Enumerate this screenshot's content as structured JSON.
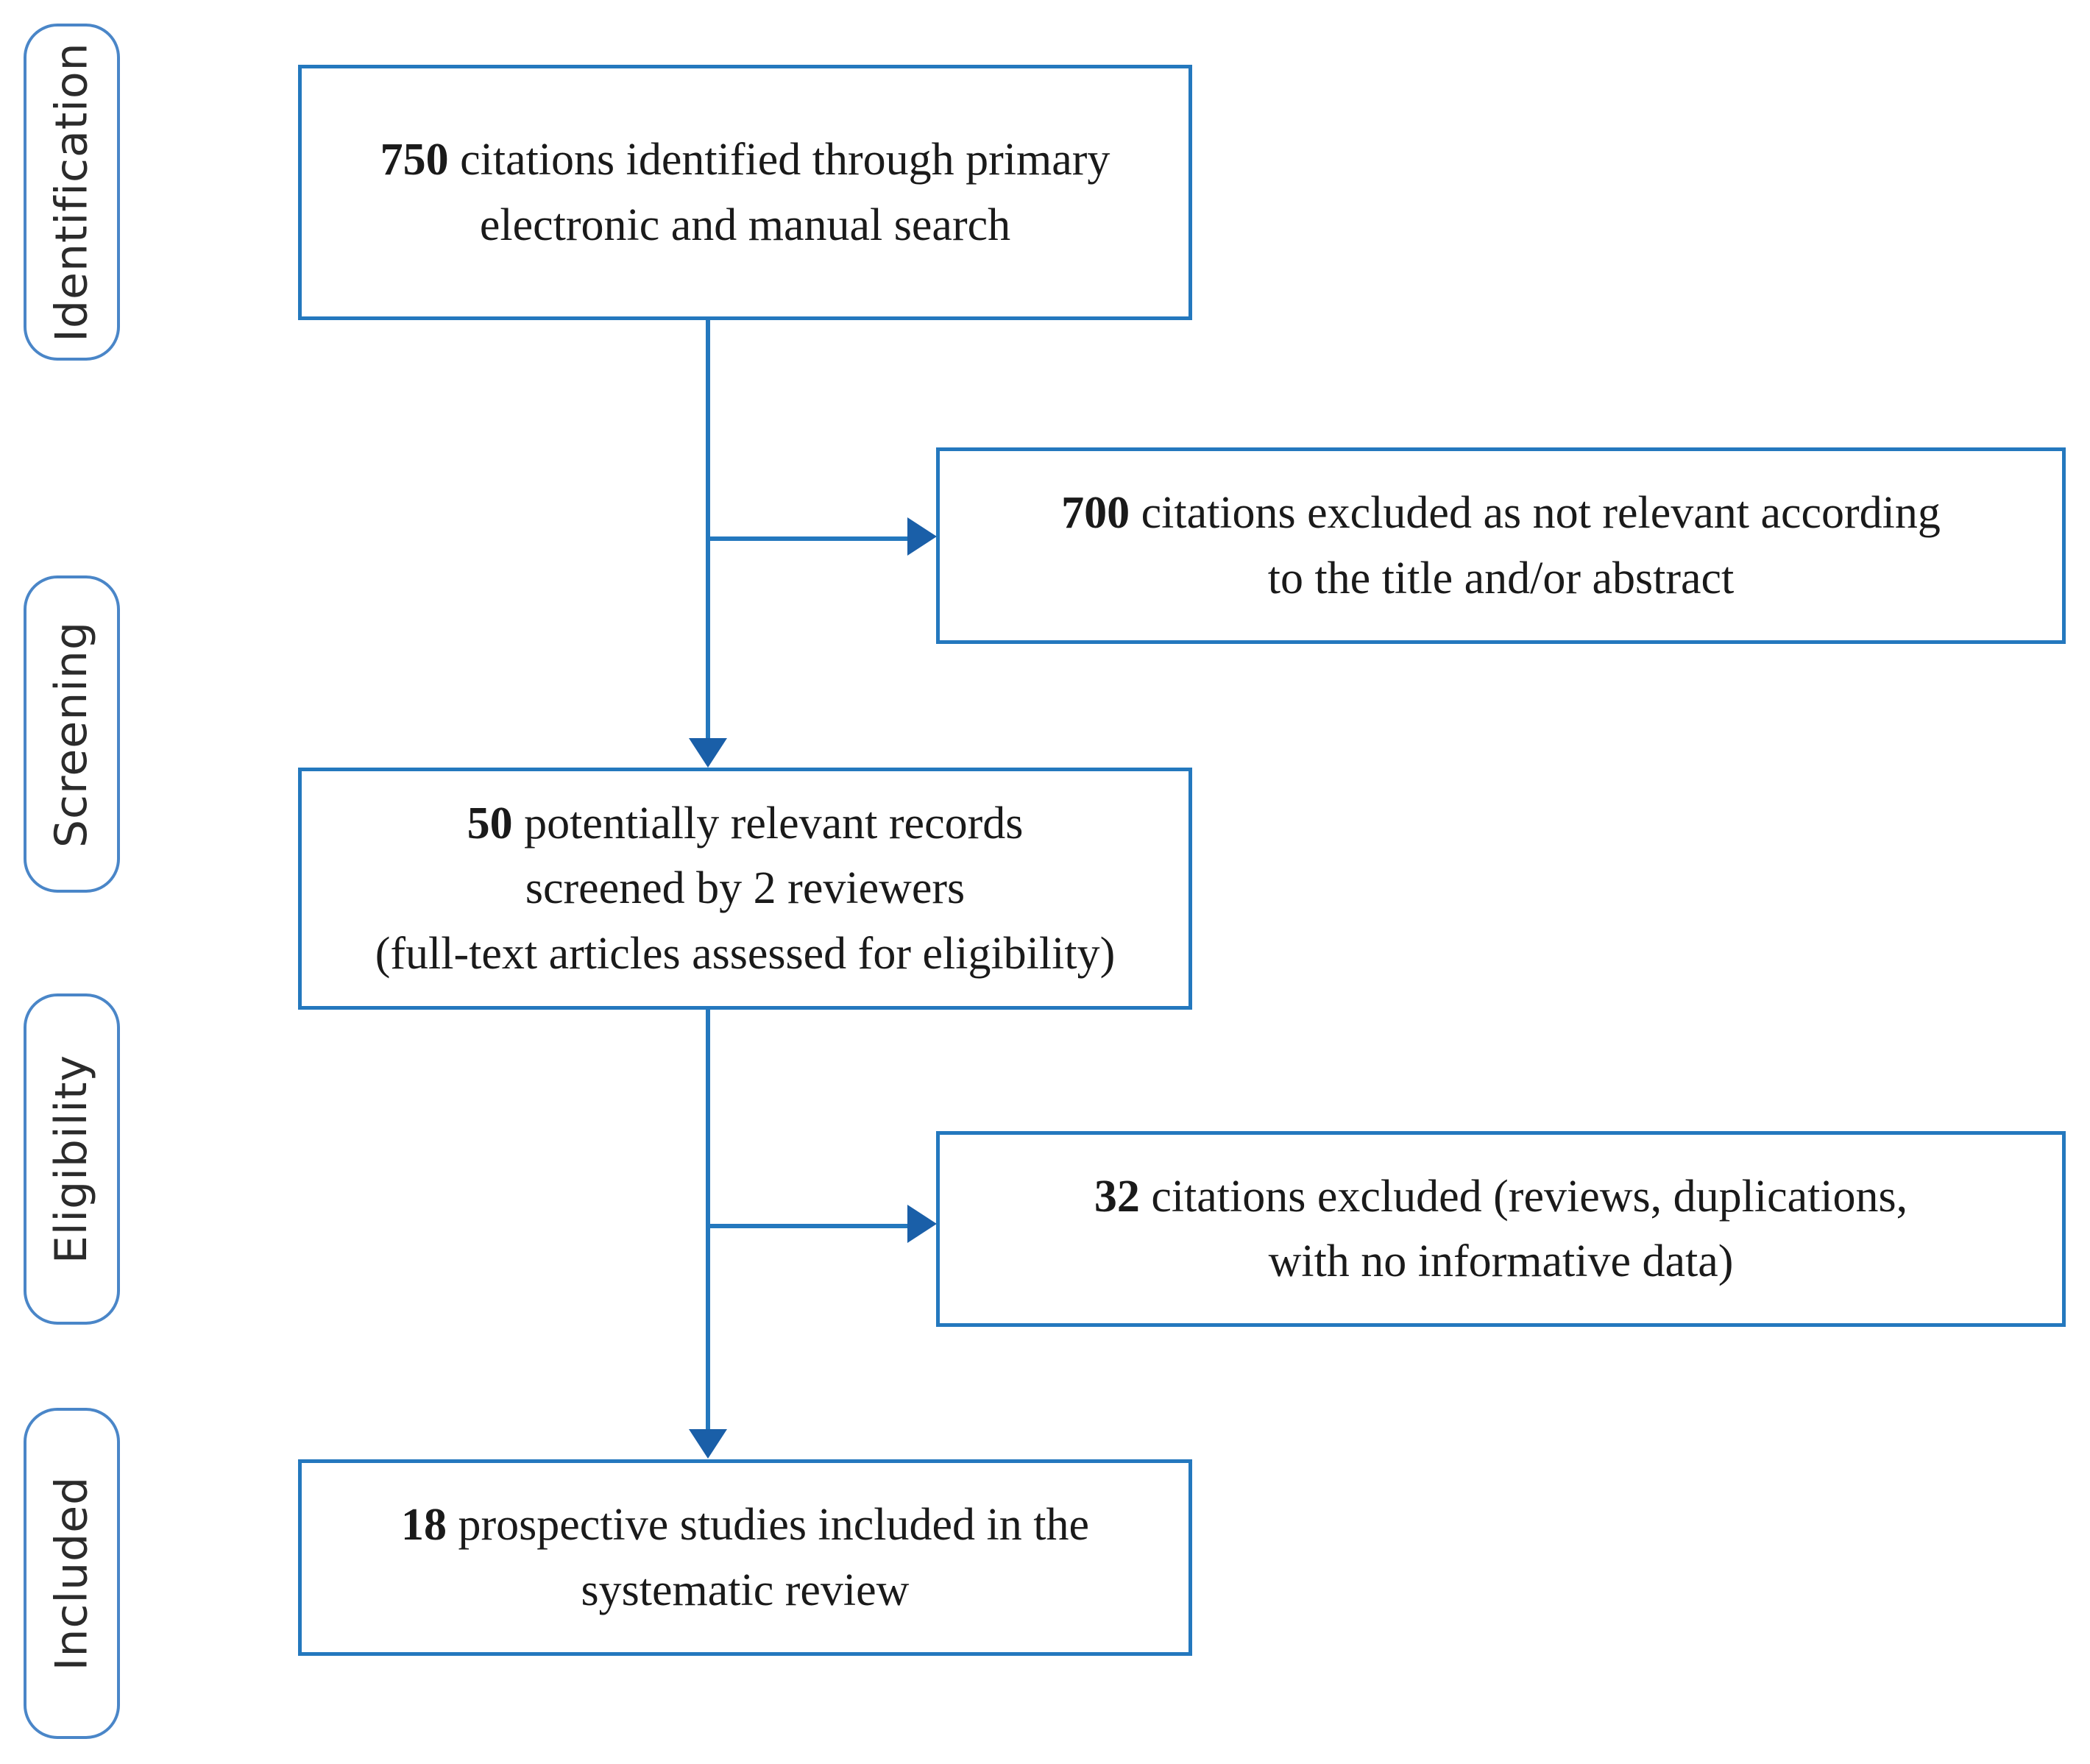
{
  "diagram": {
    "type": "prisma-flow-diagram",
    "accent_color": "#2478be",
    "label_border_color": "#4a86c8",
    "arrow_color": "#1a5fa8",
    "background_color": "#ffffff"
  },
  "stages": [
    {
      "id": "identification",
      "label": "Identification"
    },
    {
      "id": "screening",
      "label": "Screening"
    },
    {
      "id": "eligibility",
      "label": "Eligibility"
    },
    {
      "id": "included",
      "label": "Included"
    }
  ],
  "boxes": {
    "identified": {
      "count": "750",
      "line1": "citations identified through primary",
      "line2": "electronic and manual search"
    },
    "excluded_title_abstract": {
      "count": "700",
      "line1": "citations excluded as not relevant according",
      "line2": "to the title and/or abstract"
    },
    "screened": {
      "count": "50",
      "line1": "potentially relevant records",
      "line2": "screened by 2 reviewers",
      "line3": "(full-text articles assessed for eligibility)"
    },
    "excluded_fulltext": {
      "count": "32",
      "line1": "citations excluded (reviews, duplications,",
      "line2": "with no informative data)"
    },
    "included": {
      "count": "18",
      "line1": "prospective studies included in the",
      "line2": "systematic review"
    }
  }
}
